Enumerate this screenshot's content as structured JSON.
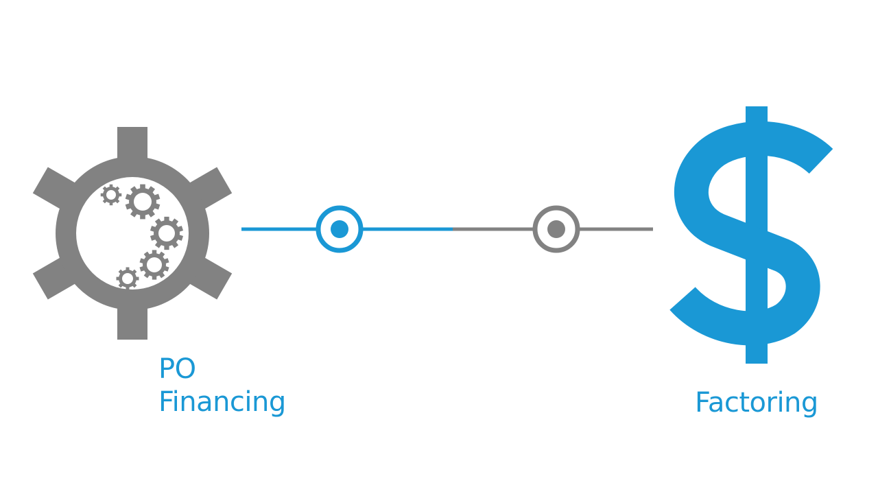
{
  "diagram": {
    "left_label": {
      "line1": "PO",
      "line2": "Financing"
    },
    "right_label": "Factoring",
    "right_symbol": "$",
    "colors": {
      "blue": "#1a98d5",
      "gray": "#828282"
    },
    "icons": {
      "left": "gear-icon",
      "right": "dollar-icon"
    }
  }
}
